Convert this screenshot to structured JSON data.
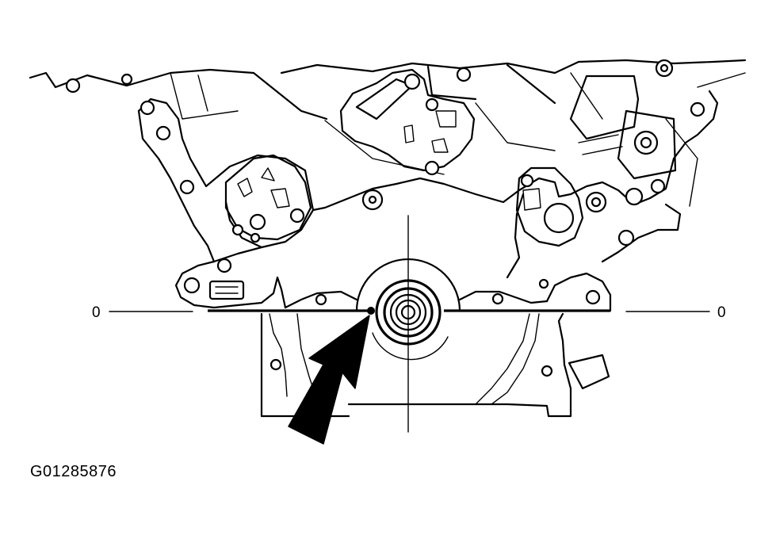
{
  "figure_id": "G01285876",
  "alignment_marks": {
    "left_label": "0",
    "right_label": "0"
  },
  "colors": {
    "ink": "#000000",
    "background": "#ffffff"
  }
}
